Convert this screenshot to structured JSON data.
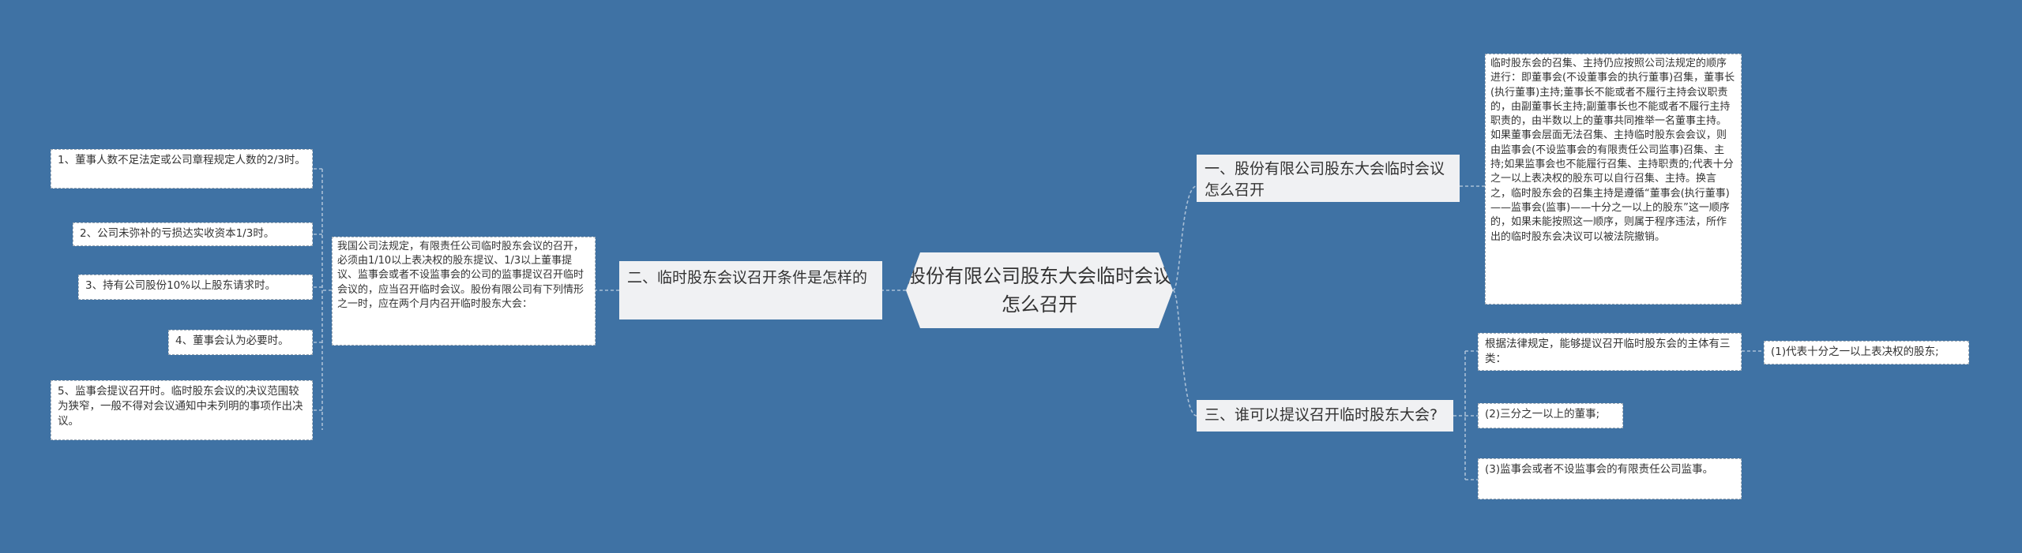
{
  "root": {
    "title": "股份有限公司股东大会临时会议怎么召开"
  },
  "branches": [
    {
      "title": "一、股份有限公司股东大会临时会议怎么召开",
      "children": [
        {
          "text": "临时股东会的召集、主持仍应按照公司法规定的顺序进行：即董事会(不设董事会的执行董事)召集，董事长(执行董事)主持;董事长不能或者不履行主持会议职责的，由副董事长主持;副董事长也不能或者不履行主持职责的，由半数以上的董事共同推举一名董事主持。如果董事会层面无法召集、主持临时股东会会议，则由监事会(不设监事会的有限责任公司监事)召集、主持;如果监事会也不能履行召集、主持职责的;代表十分之一以上表决权的股东可以自行召集、主持。换言之，临时股东会的召集主持是遵循“董事会(执行董事)——监事会(监事)——十分之一以上的股东”这一顺序的，如果未能按照这一顺序，则属于程序违法，所作出的临时股东会决议可以被法院撤销。"
        }
      ]
    },
    {
      "title": "二、临时股东会议召开条件是怎样的",
      "children": [
        {
          "text": "我国公司法规定，有限责任公司临时股东会议的召开，必须由1/10以上表决权的股东提议、1/3以上董事提议、监事会或者不设监事会的公司的监事提议召开临时会议的，应当召开临时会议。股份有限公司有下列情形之一时，应在两个月内召开临时股东大会：",
          "children": [
            {
              "text": "1、董事人数不足法定或公司章程规定人数的2/3时。"
            },
            {
              "text": "2、公司未弥补的亏损达实收资本1/3时。"
            },
            {
              "text": "3、持有公司股份10%以上股东请求时。"
            },
            {
              "text": "4、董事会认为必要时。"
            },
            {
              "text": "5、监事会提议召开时。临时股东会议的决议范围较为狭窄，一般不得对会议通知中未列明的事项作出决议。"
            }
          ]
        }
      ]
    },
    {
      "title": "三、谁可以提议召开临时股东大会?",
      "children": [
        {
          "text": "根据法律规定，能够提议召开临时股东会的主体有三类：",
          "children": [
            {
              "text": "(1)代表十分之一以上表决权的股东;"
            }
          ]
        },
        {
          "text": "(2)三分之一以上的董事;"
        },
        {
          "text": "(3)监事会或者不设监事会的有限责任公司监事。"
        }
      ]
    }
  ]
}
